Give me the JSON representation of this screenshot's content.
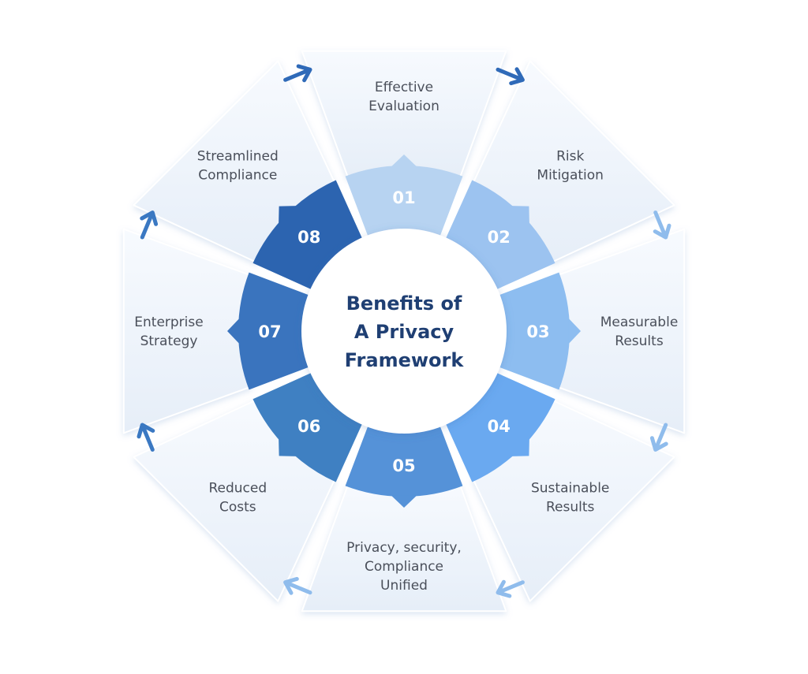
{
  "diagram": {
    "title_lines": [
      "Benefits of",
      "A Privacy",
      "Framework"
    ],
    "segments": [
      {
        "number": "01",
        "label_lines": [
          "Effective",
          "Evaluation"
        ],
        "color": "#b7d3f1"
      },
      {
        "number": "02",
        "label_lines": [
          "Risk",
          "Mitigation"
        ],
        "color": "#9cc3f0"
      },
      {
        "number": "03",
        "label_lines": [
          "Measurable",
          "Results"
        ],
        "color": "#8dbdf0"
      },
      {
        "number": "04",
        "label_lines": [
          "Sustainable",
          "Results"
        ],
        "color": "#6aa9f0"
      },
      {
        "number": "05",
        "label_lines": [
          "Privacy, security,",
          "Compliance",
          "Unified"
        ],
        "color": "#5592d8"
      },
      {
        "number": "06",
        "label_lines": [
          "Reduced",
          "Costs"
        ],
        "color": "#3f80c2"
      },
      {
        "number": "07",
        "label_lines": [
          "Enterprise",
          "Strategy"
        ],
        "color": "#3a74be"
      },
      {
        "number": "08",
        "label_lines": [
          "Streamlined",
          "Compliance"
        ],
        "color": "#2c64b0"
      }
    ],
    "arrow_colors": [
      "#2f6ab8",
      "#8fbcec",
      "#8fbcec",
      "#8fbcec",
      "#8fbcec",
      "#3a78c2",
      "#3a78c2",
      "#2f6ab8"
    ],
    "center_fill": "#ffffff",
    "petal_fill": "#eef4fb"
  }
}
